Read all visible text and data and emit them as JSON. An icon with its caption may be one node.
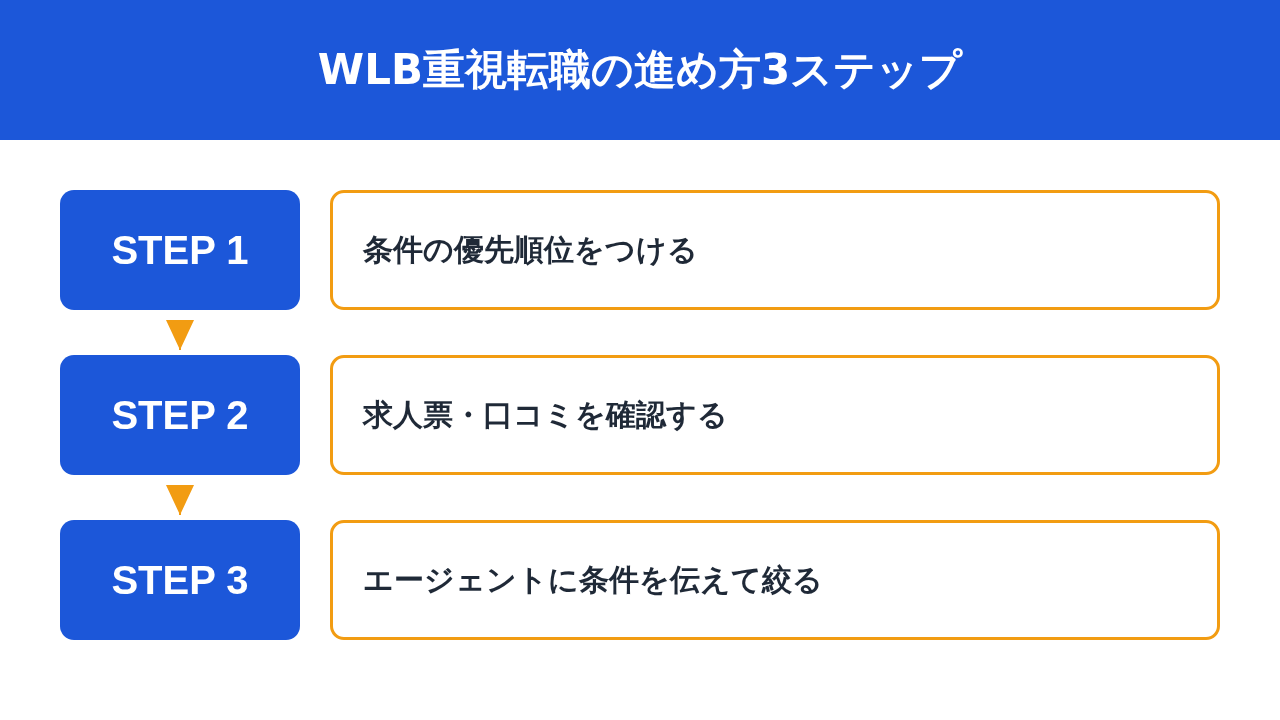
{
  "diagram": {
    "title": "WLB重視転職の進め方3ステップ",
    "nodes": [
      {
        "text": [
          "STEP 1"
        ]
      },
      {
        "text": [
          "条件の優先順位をつける"
        ]
      },
      {
        "text": [
          "STEP 2"
        ]
      },
      {
        "text": [
          "求人票・口コミを確認する"
        ]
      },
      {
        "text": [
          "STEP 3"
        ]
      },
      {
        "text": [
          "エージェントに条件を伝えて絞る"
        ]
      }
    ],
    "edges": [
      {
        "from": 0,
        "to": 2,
        "arrow": "to"
      },
      {
        "from": 2,
        "to": 4,
        "arrow": "to"
      }
    ]
  }
}
